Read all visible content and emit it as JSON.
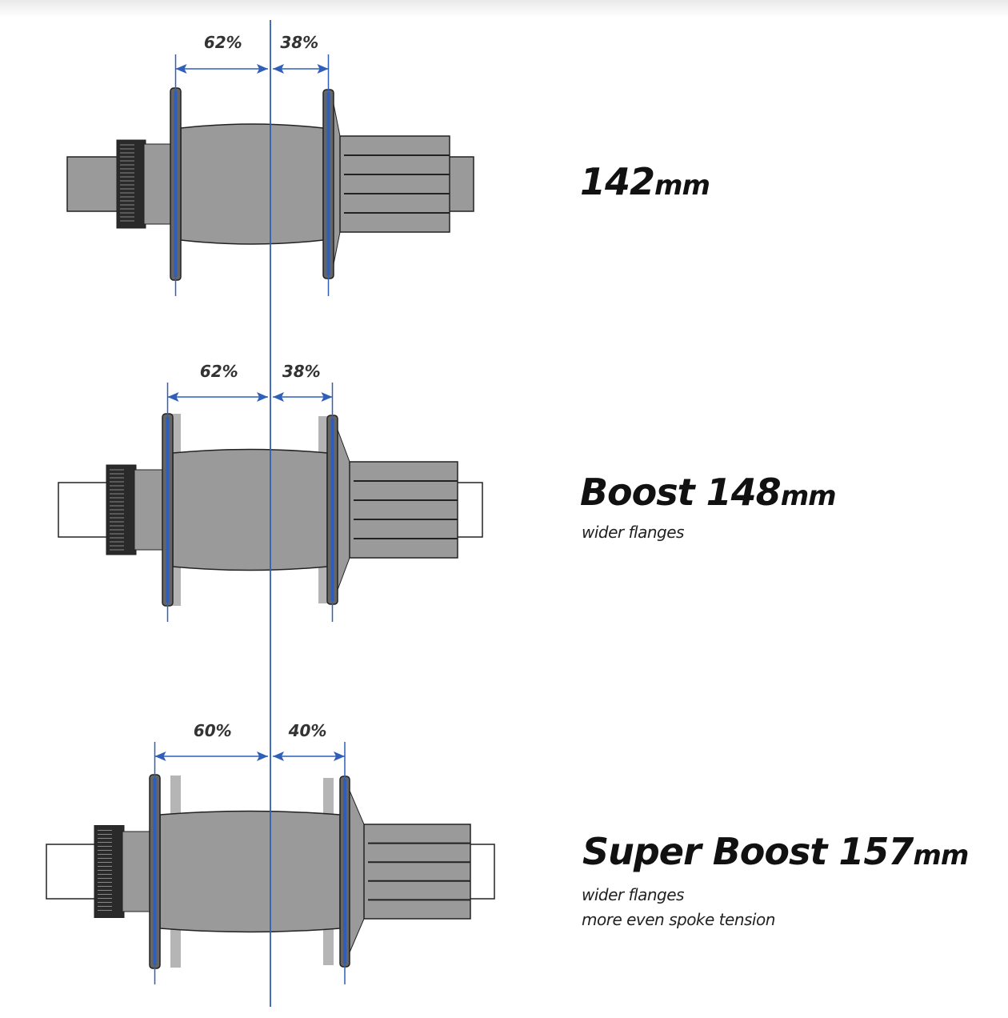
{
  "hubs": [
    {
      "name": "142",
      "size": "142",
      "unit": "mm",
      "left_pct": "62%",
      "right_pct": "38%",
      "notes": []
    },
    {
      "name": "boost",
      "prefix": "Boost ",
      "size": "148",
      "unit": "mm",
      "left_pct": "62%",
      "right_pct": "38%",
      "notes": [
        "wider flanges"
      ]
    },
    {
      "name": "super-boost",
      "prefix": "Super Boost ",
      "size": "157",
      "unit": "mm",
      "left_pct": "60%",
      "right_pct": "40%",
      "notes": [
        "wider flanges",
        "more even spoke tension"
      ]
    }
  ],
  "colors": {
    "line": "#2f5fb8",
    "body": "#9a9a9a",
    "ghost": "#a8a8a8",
    "outline": "#222222"
  }
}
